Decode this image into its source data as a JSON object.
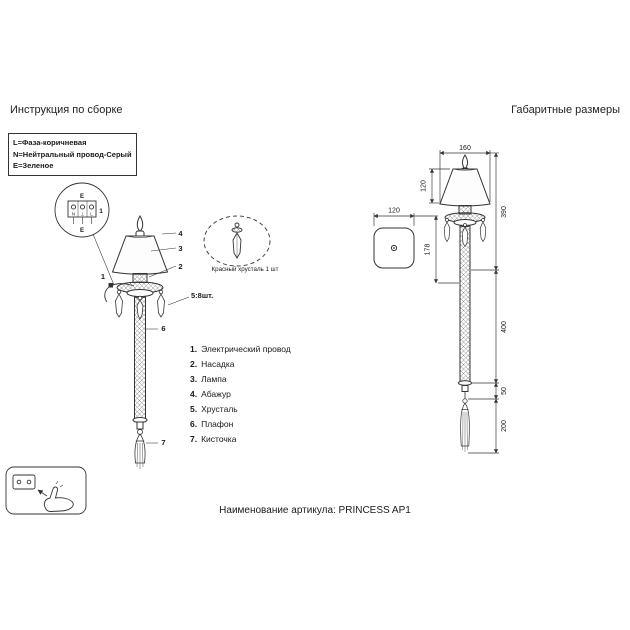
{
  "titles": {
    "assembly": "Инструкция по сборке",
    "dimensions": "Габаритные размеры"
  },
  "wiring_box": {
    "phase": "L=Фаза-коричневая",
    "neutral": "N=Нейтральный провод-Серый",
    "earth": "E=Зеленое"
  },
  "terminal_detail": {
    "top_mark": "E",
    "bottom_mark": "E",
    "n": "N",
    "earth": "⊥",
    "l": "L",
    "ref": "1"
  },
  "callouts": {
    "wire": "1",
    "nozzle": "2",
    "lamp": "3",
    "shade": "4",
    "crystal_count": "5:8шт.",
    "tube": "6",
    "tassel": "7",
    "crystal_note": "Красный хрусталь 1 шт"
  },
  "parts_list": {
    "items": [
      {
        "num": "1.",
        "name": "Электрический провод"
      },
      {
        "num": "2.",
        "name": "Насадка"
      },
      {
        "num": "3.",
        "name": "Лампа"
      },
      {
        "num": "4.",
        "name": "Абажур"
      },
      {
        "num": "5.",
        "name": "Хрусталь"
      },
      {
        "num": "6.",
        "name": "Плафон"
      },
      {
        "num": "7.",
        "name": "Кисточка"
      }
    ]
  },
  "dimensions": {
    "shade_width": "160",
    "shade_height": "120",
    "upper_section": "390",
    "plate_width": "120",
    "plate_offset": "178",
    "middle_section": "400",
    "cap_section": "50",
    "tassel_section": "200"
  },
  "footer": {
    "article": "Наименование артикула: PRINCESS AP1"
  }
}
